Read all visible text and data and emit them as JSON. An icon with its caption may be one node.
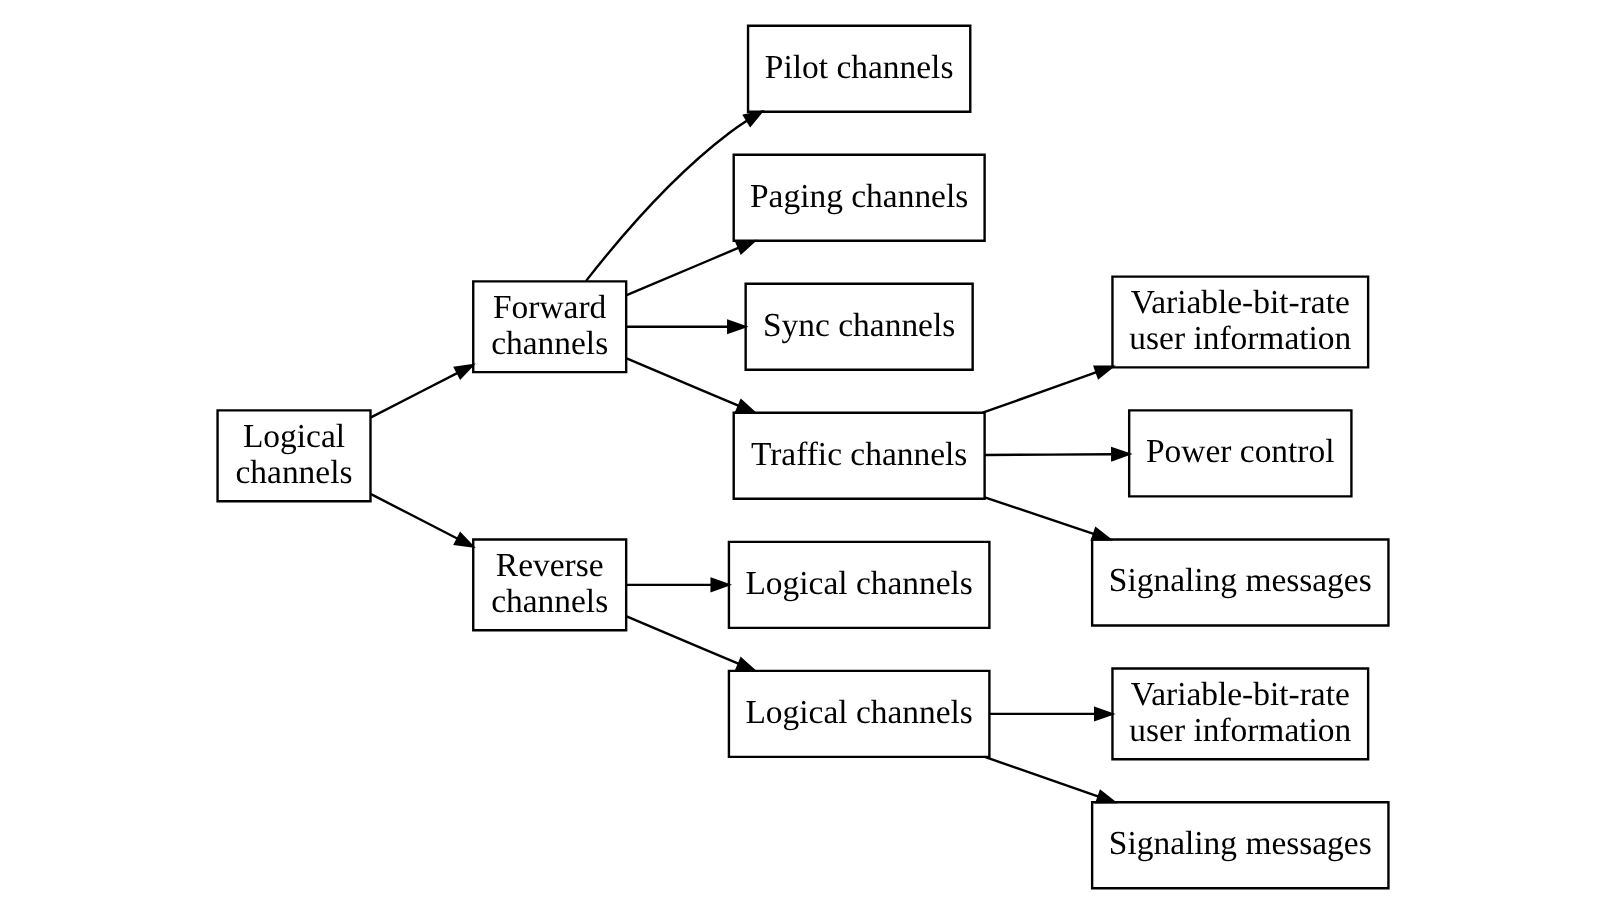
{
  "diagram": {
    "nodes": [
      {
        "text": [
          "Logical channels"
        ]
      },
      {
        "text": [
          "Forward channels"
        ]
      },
      {
        "text": [
          "Reverse channels"
        ]
      },
      {
        "text": [
          "Pilot channels"
        ]
      },
      {
        "text": [
          "Paging channels"
        ]
      },
      {
        "text": [
          "Sync channels"
        ]
      },
      {
        "text": [
          "Traffic channels"
        ]
      },
      {
        "text": [
          "Variable-bit-rate user information"
        ]
      },
      {
        "text": [
          "Power control"
        ]
      },
      {
        "text": [
          "Signaling messages"
        ]
      },
      {
        "text": [
          "Logical channels"
        ]
      },
      {
        "text": [
          "Logical channels"
        ]
      },
      {
        "text": [
          "Variable-bit-rate user information"
        ]
      },
      {
        "text": [
          "Signaling messages"
        ]
      }
    ],
    "edges": [
      {
        "from": 0,
        "to": 1,
        "arrow": "to"
      },
      {
        "from": 0,
        "to": 2,
        "arrow": "to"
      },
      {
        "from": 1,
        "to": 3,
        "arrow": "to"
      },
      {
        "from": 1,
        "to": 4,
        "arrow": "to"
      },
      {
        "from": 1,
        "to": 5,
        "arrow": "to"
      },
      {
        "from": 1,
        "to": 6,
        "arrow": "to"
      },
      {
        "from": 6,
        "to": 7,
        "arrow": "to"
      },
      {
        "from": 6,
        "to": 8,
        "arrow": "to"
      },
      {
        "from": 6,
        "to": 9,
        "arrow": "to"
      },
      {
        "from": 2,
        "to": 10,
        "arrow": "to"
      },
      {
        "from": 2,
        "to": 11,
        "arrow": "to"
      },
      {
        "from": 11,
        "to": 12,
        "arrow": "to"
      },
      {
        "from": 11,
        "to": 13,
        "arrow": "to"
      }
    ]
  }
}
